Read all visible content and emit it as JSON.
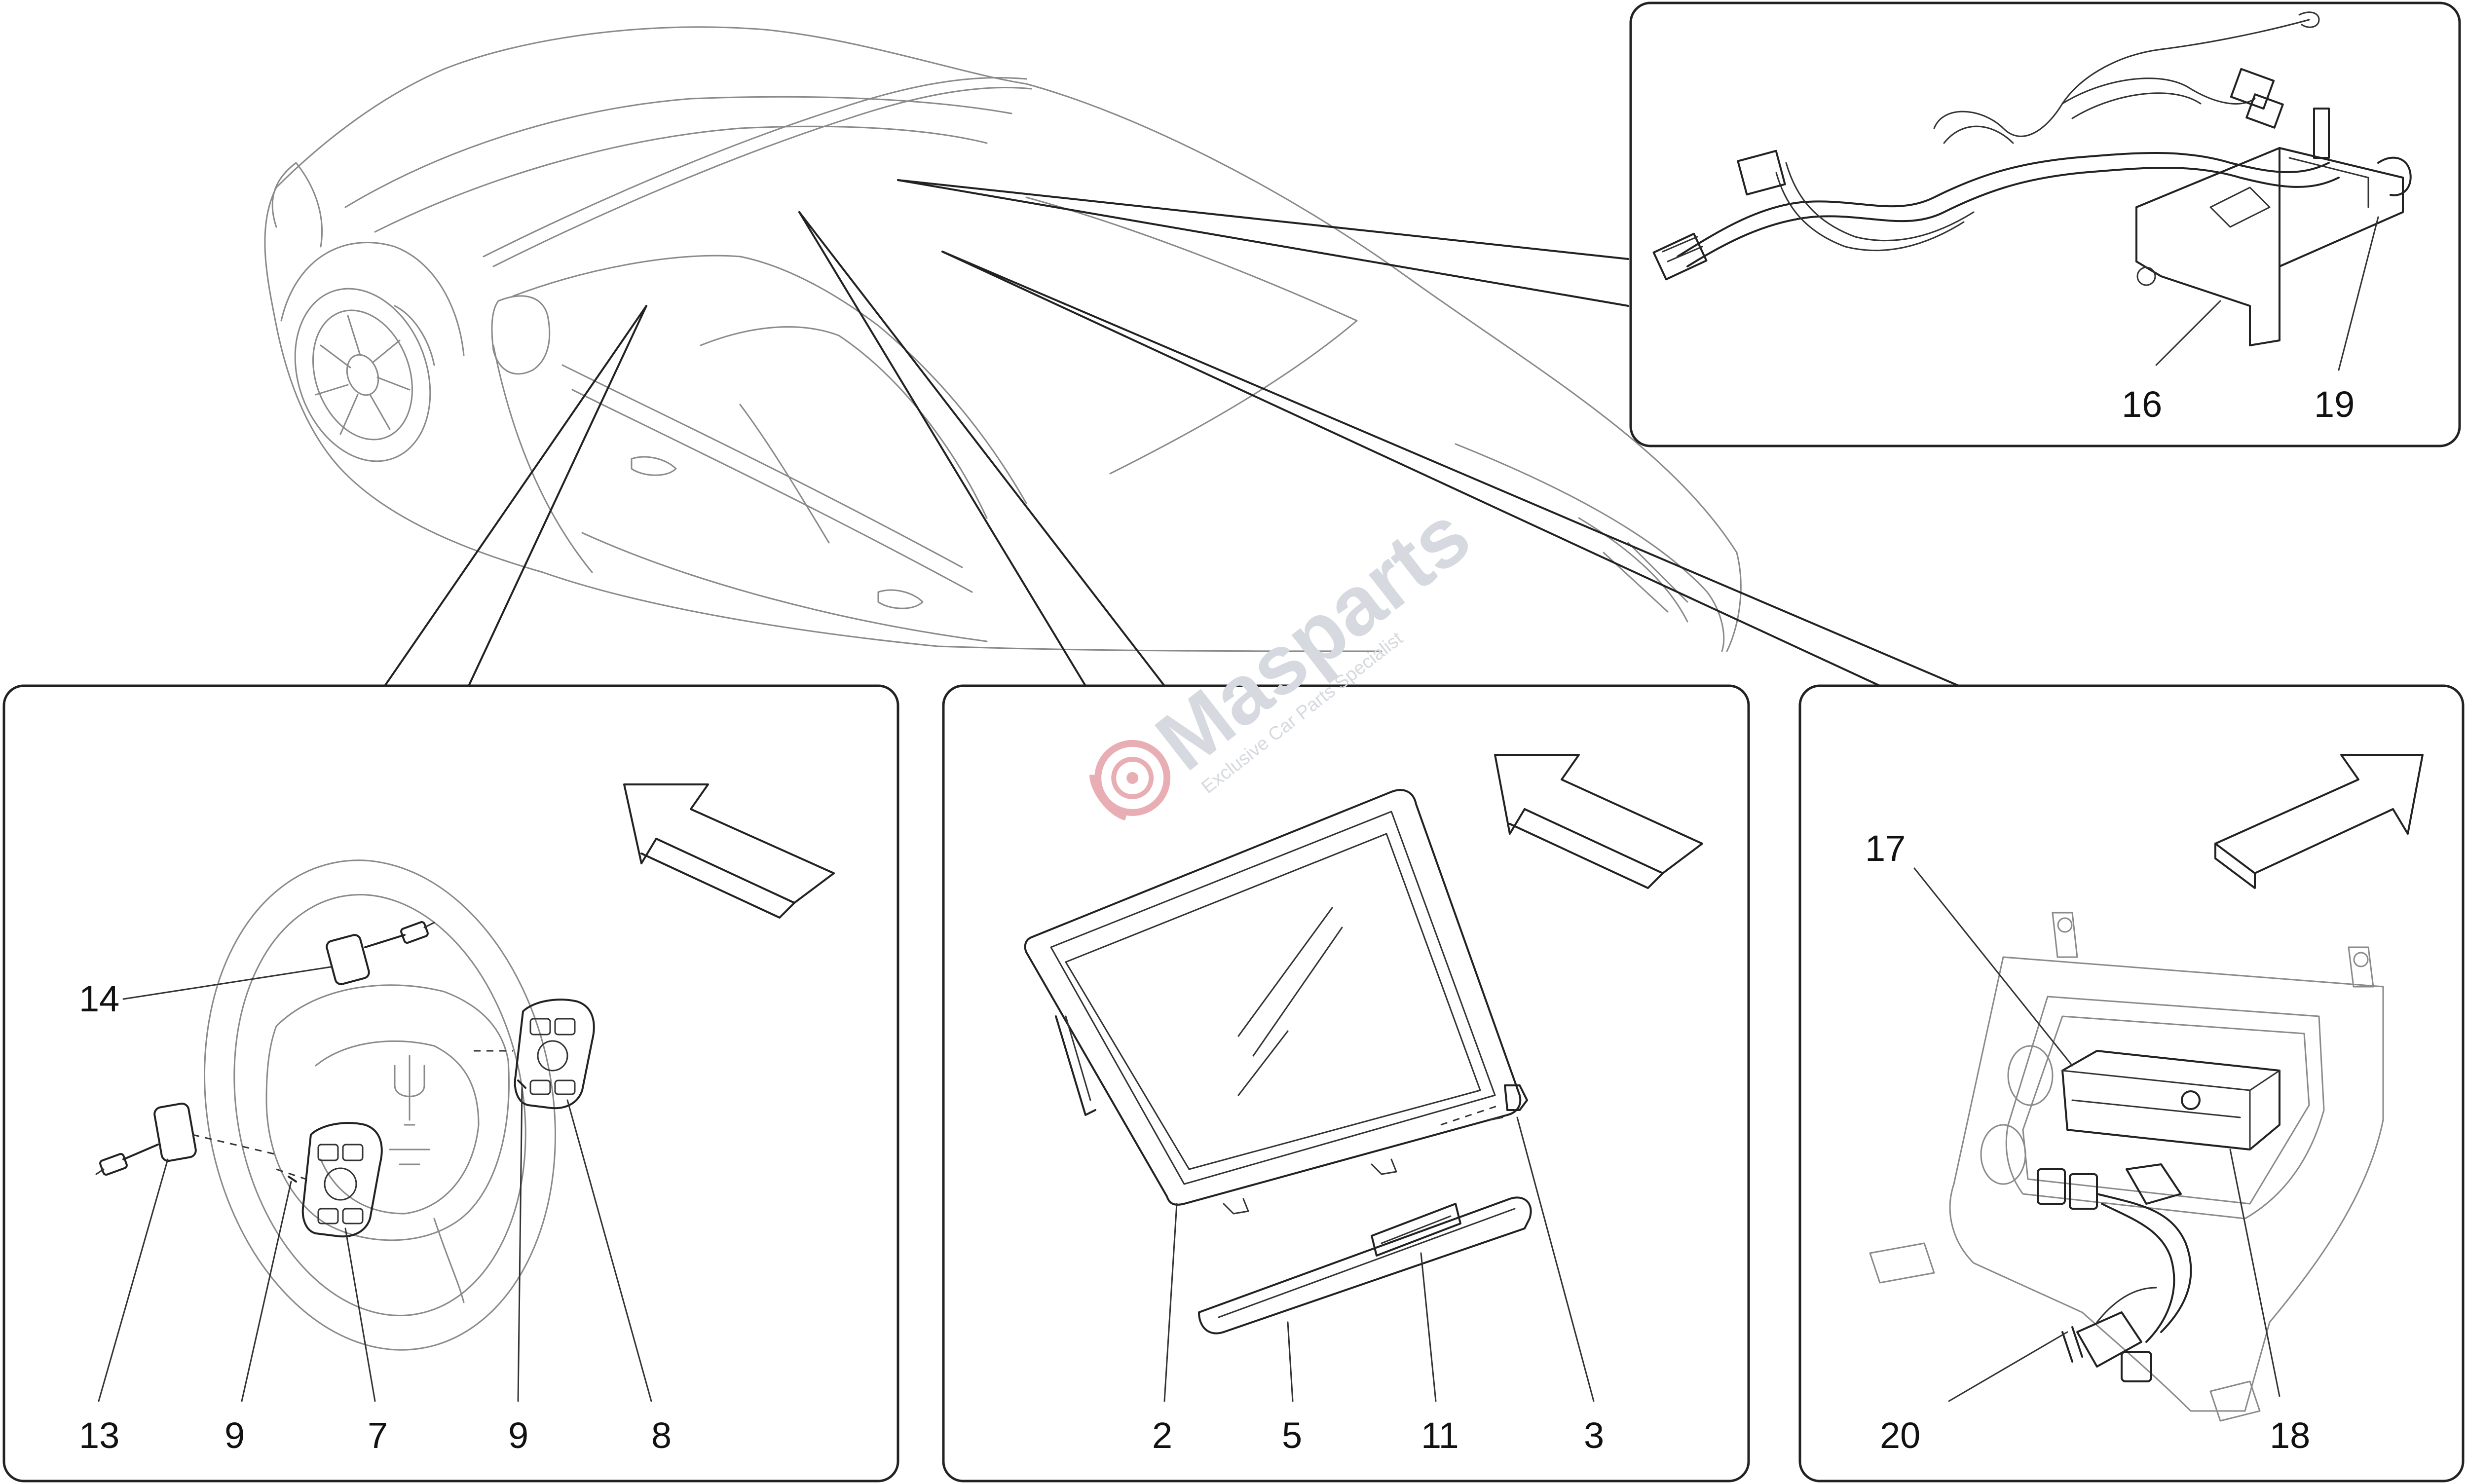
{
  "watermark": {
    "brand": "Masparts",
    "tagline": "Exclusive Car Parts Specialist",
    "brand_color": "#e8aeb4"
  },
  "panels": {
    "top_right": {
      "callouts": [
        "16",
        "19"
      ]
    },
    "left": {
      "callouts": [
        "14",
        "13",
        "9",
        "7",
        "9",
        "8"
      ]
    },
    "center": {
      "callouts": [
        "2",
        "5",
        "11",
        "3"
      ]
    },
    "right": {
      "callouts": [
        "17",
        "20",
        "18"
      ]
    }
  }
}
